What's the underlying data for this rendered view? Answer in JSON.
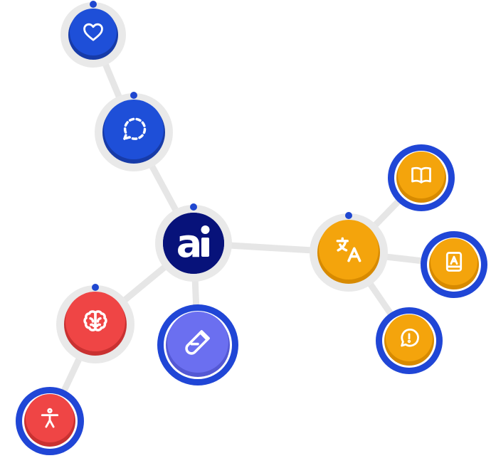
{
  "colors": {
    "edge": "#e6e6e6",
    "halo": "#e9e9e9",
    "ring": "#2046d6",
    "dot": "#1f47d0",
    "hub": "#07127a",
    "blue": "#1e4fd8",
    "blue_shade": "#173ba8",
    "orange": "#f4a40c",
    "orange_shade": "#d78a00",
    "red": "#ef4545",
    "red_shade": "#c93131",
    "violet": "#6b6ff0",
    "violet_shade": "#5458d4"
  },
  "hub": {
    "letter": "a"
  },
  "nodes": [
    {
      "id": "heart",
      "icon": "heart-icon",
      "style": "blue",
      "ring": "halo",
      "dot": true
    },
    {
      "id": "chat",
      "icon": "message-dashed-icon",
      "style": "blue",
      "ring": "halo",
      "dot": true
    },
    {
      "id": "hub",
      "icon": "logo-icon",
      "style": "hub",
      "ring": "halo",
      "dot": true
    },
    {
      "id": "translate",
      "icon": "translate-icon",
      "style": "orange",
      "ring": "halo",
      "dot": true
    },
    {
      "id": "book",
      "icon": "book-open-icon",
      "style": "orange",
      "ring": "blue",
      "dot": false
    },
    {
      "id": "dictionary",
      "icon": "dictionary-icon",
      "style": "orange",
      "ring": "blue",
      "dot": false
    },
    {
      "id": "feedback",
      "icon": "message-alert-icon",
      "style": "orange",
      "ring": "blue",
      "dot": false
    },
    {
      "id": "brain",
      "icon": "brain-icon",
      "style": "red",
      "ring": "halo",
      "dot": true
    },
    {
      "id": "accessibility",
      "icon": "accessibility-icon",
      "style": "red",
      "ring": "blue",
      "dot": false
    },
    {
      "id": "lab",
      "icon": "test-tube-icon",
      "style": "violet",
      "ring": "blue",
      "dot": false
    }
  ],
  "edges": [
    [
      "heart",
      "chat"
    ],
    [
      "chat",
      "hub"
    ],
    [
      "hub",
      "translate"
    ],
    [
      "translate",
      "book"
    ],
    [
      "translate",
      "dictionary"
    ],
    [
      "translate",
      "feedback"
    ],
    [
      "hub",
      "brain"
    ],
    [
      "brain",
      "accessibility"
    ],
    [
      "hub",
      "lab"
    ]
  ]
}
